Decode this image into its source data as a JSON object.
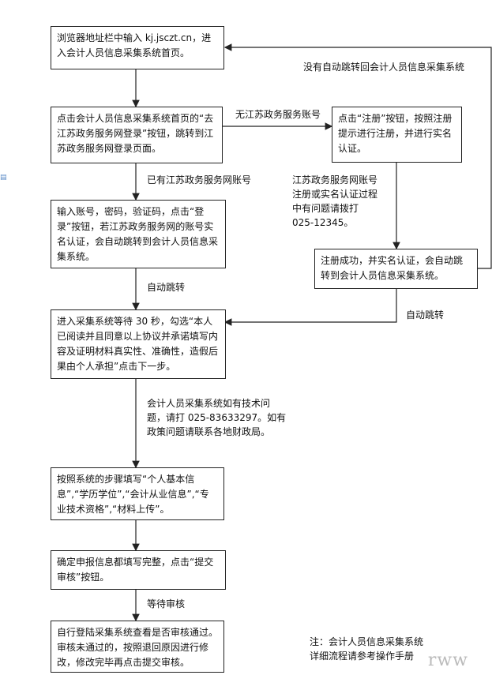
{
  "boxes": {
    "b1": "浏览器地址栏中输入 kj.jsczt.cn，进入会计人员信息采集系统首页。",
    "b2": "点击会计人员信息采集系统首页的“去江苏政务服务网登录”按钮，跳转到江苏政务服务网登录页面。",
    "b3": "输入账号，密码，验证码，点击“登录”按钮，若江苏政务服务网的账号实名认证，会自动跳转到会计人员信息采集系统。",
    "b4": "进入采集系统等待 30 秒，勾选“本人已阅读并且同意以上协议并承诺填写内容及证明材料真实性、准确性，造假后果由个人承担”点击下一步。",
    "b5": "按照系统的步骤填写“个人基本信息”,“学历学位”,“会计从业信息”,“专业技术资格”,“材料上传”。",
    "b6": "确定申报信息都填写完整，点击“提交审核”按钮。",
    "b7": "自行登陆采集系统查看是否审核通过。审核未通过的，按照退回原因进行修改，修改完毕再点击提交审核。",
    "r1": "点击“注册”按钮，按照注册提示进行注册，并进行实名认证。",
    "r2": "注册成功，并实名认证，会自动跳转到会计人员信息采集系统。"
  },
  "labels": {
    "no_redirect": "没有自动跳转回会计人员信息采集系统",
    "no_account": "无江苏政务服务账号",
    "has_account": "已有江苏政务服务网账号",
    "help_register": "江苏政务服务网账号\n注册或实名认证过程\n中有问题请拨打\n025-12345。",
    "auto_jump_1": "自动跳转",
    "auto_jump_2": "自动跳转",
    "tech_help": "会计人员采集系统如有技术问\n题，请打 025-83633297。如有\n政策问题请联系各地财政局。",
    "wait_review": "等待审核",
    "note": "注：会计人员信息采集系统\n详细流程请参考操作手册"
  },
  "watermark": "rww",
  "colors": {
    "line": "#222222",
    "box_border": "#222222"
  }
}
